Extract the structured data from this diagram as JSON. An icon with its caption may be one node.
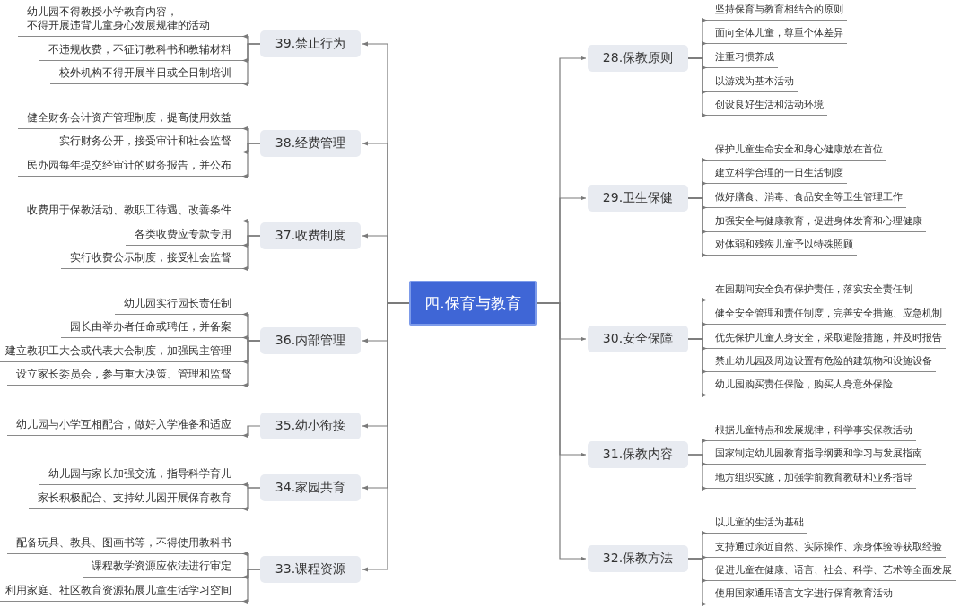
{
  "diagram": {
    "nodes": [
      {
        "text": [
          "四.保育与教育"
        ]
      },
      {
        "text": [
          "28.保教原则"
        ]
      },
      {
        "text": [
          "坚持保育与教育相结合的原则"
        ]
      },
      {
        "text": [
          "面向全体儿童，尊重个体差异"
        ]
      },
      {
        "text": [
          "注重习惯养成"
        ]
      },
      {
        "text": [
          "以游戏为基本活动"
        ]
      },
      {
        "text": [
          "创设良好生活和活动环境"
        ]
      },
      {
        "text": [
          "29.卫生保健"
        ]
      },
      {
        "text": [
          "保护儿童生命安全和身心健康放在首位"
        ]
      },
      {
        "text": [
          "建立科学合理的一日生活制度"
        ]
      },
      {
        "text": [
          "做好膳食、消毒、食品安全等卫生管理工作"
        ]
      },
      {
        "text": [
          "加强安全与健康教育，促进身体发育和心理健康"
        ]
      },
      {
        "text": [
          "对体弱和残疾儿童予以特殊照顾"
        ]
      },
      {
        "text": [
          "30.安全保障"
        ]
      },
      {
        "text": [
          "在园期间安全负有保护责任，落实安全责任制"
        ]
      },
      {
        "text": [
          "健全安全管理和责任制度，完善安全措施、应急机制"
        ]
      },
      {
        "text": [
          "优先保护儿童人身安全，采取避险措施，并及时报告"
        ]
      },
      {
        "text": [
          "禁止幼儿园及周边设置有危险的建筑物和设施设备"
        ]
      },
      {
        "text": [
          "幼儿园购买责任保险，购买人身意外保险"
        ]
      },
      {
        "text": [
          "31.保教内容"
        ]
      },
      {
        "text": [
          "根据儿童特点和发展规律，科学事实保教活动"
        ]
      },
      {
        "text": [
          "国家制定幼儿园教育指导纲要和学习与发展指南"
        ]
      },
      {
        "text": [
          "地方组织实施，加强学前教育教研和业务指导"
        ]
      },
      {
        "text": [
          "32.保教方法"
        ]
      },
      {
        "text": [
          "以儿童的生活为基础"
        ]
      },
      {
        "text": [
          "支持通过亲近自然、实际操作、亲身体验等获取经验"
        ]
      },
      {
        "text": [
          "促进儿童在健康、语言、社会、科学、艺术等全面发展"
        ]
      },
      {
        "text": [
          "使用国家通用语言文字进行保育教育活动"
        ]
      },
      {
        "text": [
          "39.禁止行为"
        ]
      },
      {
        "text": [
          "幼儿园不得教授小学教育内容，不得开展违背儿童身心发展规律的活动"
        ]
      },
      {
        "text": [
          "不违规收费，不征订教科书和教辅材料"
        ]
      },
      {
        "text": [
          "校外机构不得开展半日或全日制培训"
        ]
      },
      {
        "text": [
          "38.经费管理"
        ]
      },
      {
        "text": [
          "健全财务会计资产管理制度，提高使用效益"
        ]
      },
      {
        "text": [
          "实行财务公开，接受审计和社会监督"
        ]
      },
      {
        "text": [
          "民办园每年提交经审计的财务报告，并公布"
        ]
      },
      {
        "text": [
          "37.收费制度"
        ]
      },
      {
        "text": [
          "收费用于保教活动、教职工待遇、改善条件"
        ]
      },
      {
        "text": [
          "各类收费应专款专用"
        ]
      },
      {
        "text": [
          "实行收费公示制度，接受社会监督"
        ]
      },
      {
        "text": [
          "36.内部管理"
        ]
      },
      {
        "text": [
          "幼儿园实行园长责任制"
        ]
      },
      {
        "text": [
          "园长由举办者任命或聘任，并备案"
        ]
      },
      {
        "text": [
          "建立教职工大会或代表大会制度，加强民主管理"
        ]
      },
      {
        "text": [
          "设立家长委员会，参与重大决策、管理和监督"
        ]
      },
      {
        "text": [
          "35.幼小衔接"
        ]
      },
      {
        "text": [
          "幼儿园与小学互相配合，做好入学准备和适应"
        ]
      },
      {
        "text": [
          "34.家园共育"
        ]
      },
      {
        "text": [
          "幼儿园与家长加强交流，指导科学育儿"
        ]
      },
      {
        "text": [
          "家长积极配合、支持幼儿园开展保育教育"
        ]
      },
      {
        "text": [
          "33.课程资源"
        ]
      },
      {
        "text": [
          "配备玩具、教具、图画书等，不得使用教科书"
        ]
      },
      {
        "text": [
          "课程教学资源应依法进行审定"
        ]
      },
      {
        "text": [
          "利用家庭、社区教育资源拓展儿童生活学习空间"
        ]
      }
    ],
    "edges": [
      {
        "from": 0,
        "to": 1,
        "arrow": "to"
      },
      {
        "from": 1,
        "to": 2,
        "arrow": "to"
      },
      {
        "from": 1,
        "to": 3,
        "arrow": "to"
      },
      {
        "from": 1,
        "to": 4,
        "arrow": "to"
      },
      {
        "from": 1,
        "to": 5,
        "arrow": "to"
      },
      {
        "from": 1,
        "to": 6,
        "arrow": "to"
      },
      {
        "from": 0,
        "to": 7,
        "arrow": "to"
      },
      {
        "from": 7,
        "to": 8,
        "arrow": "to"
      },
      {
        "from": 7,
        "to": 9,
        "arrow": "to"
      },
      {
        "from": 7,
        "to": 10,
        "arrow": "to"
      },
      {
        "from": 7,
        "to": 11,
        "arrow": "to"
      },
      {
        "from": 7,
        "to": 12,
        "arrow": "to"
      },
      {
        "from": 0,
        "to": 13,
        "arrow": "to"
      },
      {
        "from": 13,
        "to": 14,
        "arrow": "to"
      },
      {
        "from": 13,
        "to": 15,
        "arrow": "to"
      },
      {
        "from": 13,
        "to": 16,
        "arrow": "to"
      },
      {
        "from": 13,
        "to": 17,
        "arrow": "to"
      },
      {
        "from": 13,
        "to": 18,
        "arrow": "to"
      },
      {
        "from": 0,
        "to": 19,
        "arrow": "to"
      },
      {
        "from": 19,
        "to": 20,
        "arrow": "to"
      },
      {
        "from": 19,
        "to": 21,
        "arrow": "to"
      },
      {
        "from": 19,
        "to": 22,
        "arrow": "to"
      },
      {
        "from": 0,
        "to": 23,
        "arrow": "to"
      },
      {
        "from": 23,
        "to": 24,
        "arrow": "to"
      },
      {
        "from": 23,
        "to": 25,
        "arrow": "to"
      },
      {
        "from": 23,
        "to": 26,
        "arrow": "to"
      },
      {
        "from": 23,
        "to": 27,
        "arrow": "to"
      },
      {
        "from": 0,
        "to": 28,
        "arrow": "to"
      },
      {
        "from": 28,
        "to": 29,
        "arrow": "to"
      },
      {
        "from": 28,
        "to": 30,
        "arrow": "to"
      },
      {
        "from": 28,
        "to": 31,
        "arrow": "to"
      },
      {
        "from": 0,
        "to": 32,
        "arrow": "to"
      },
      {
        "from": 32,
        "to": 33,
        "arrow": "to"
      },
      {
        "from": 32,
        "to": 34,
        "arrow": "to"
      },
      {
        "from": 32,
        "to": 35,
        "arrow": "to"
      },
      {
        "from": 0,
        "to": 36,
        "arrow": "to"
      },
      {
        "from": 36,
        "to": 37,
        "arrow": "to"
      },
      {
        "from": 36,
        "to": 38,
        "arrow": "to"
      },
      {
        "from": 36,
        "to": 39,
        "arrow": "to"
      },
      {
        "from": 0,
        "to": 40,
        "arrow": "to"
      },
      {
        "from": 40,
        "to": 41,
        "arrow": "to"
      },
      {
        "from": 40,
        "to": 42,
        "arrow": "to"
      },
      {
        "from": 40,
        "to": 43,
        "arrow": "to"
      },
      {
        "from": 40,
        "to": 44,
        "arrow": "to"
      },
      {
        "from": 0,
        "to": 45,
        "arrow": "to"
      },
      {
        "from": 45,
        "to": 46,
        "arrow": "to"
      },
      {
        "from": 0,
        "to": 47,
        "arrow": "to"
      },
      {
        "from": 47,
        "to": 48,
        "arrow": "to"
      },
      {
        "from": 47,
        "to": 49,
        "arrow": "to"
      },
      {
        "from": 0,
        "to": 50,
        "arrow": "to"
      },
      {
        "from": 50,
        "to": 51,
        "arrow": "to"
      },
      {
        "from": 50,
        "to": 52,
        "arrow": "to"
      },
      {
        "from": 50,
        "to": 53,
        "arrow": "to"
      }
    ]
  }
}
